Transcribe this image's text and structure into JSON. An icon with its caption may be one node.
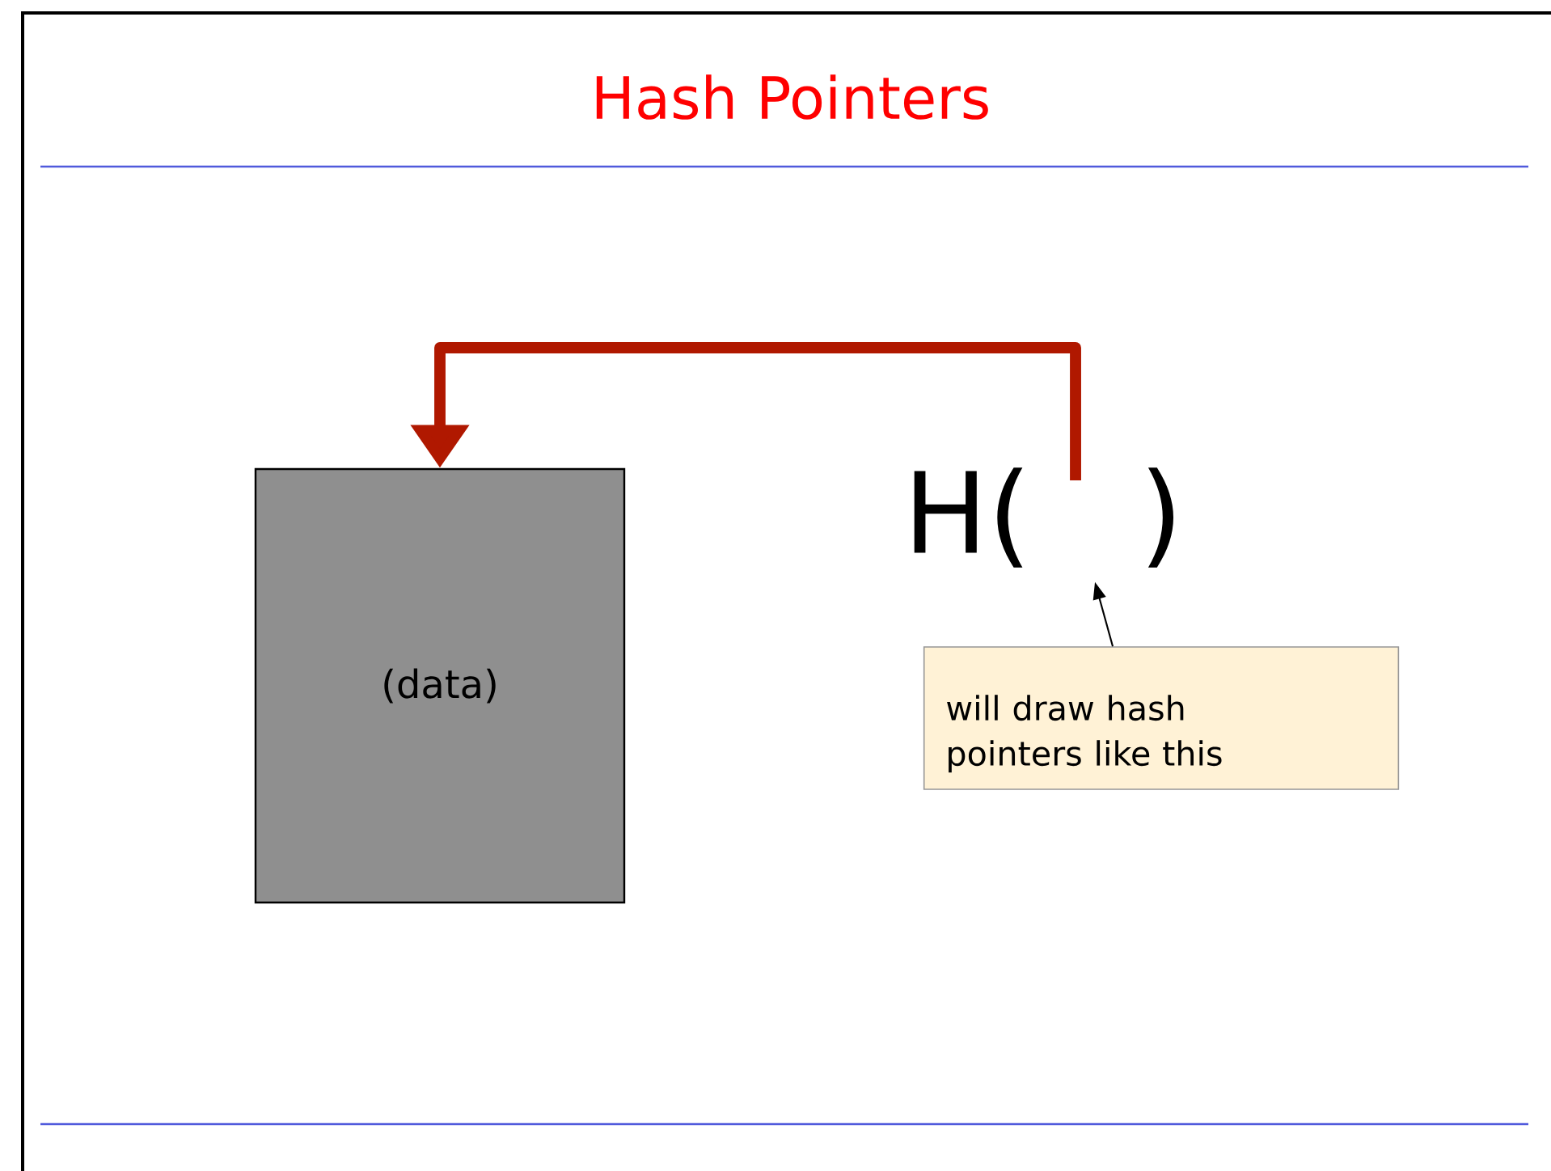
{
  "diagram": {
    "title": "Hash Pointers",
    "nodes": [
      {
        "text": [
          "(data)"
        ]
      },
      {
        "text": [
          "H(",
          ")"
        ]
      },
      {
        "text": [
          "will draw hash pointers like this"
        ]
      }
    ],
    "edges": [
      {
        "from": 1,
        "to": 0,
        "arrow": "to",
        "style": "thick",
        "color": "#b01800"
      },
      {
        "from": 2,
        "to": 1,
        "arrow": "to",
        "color": "#000000"
      }
    ]
  }
}
